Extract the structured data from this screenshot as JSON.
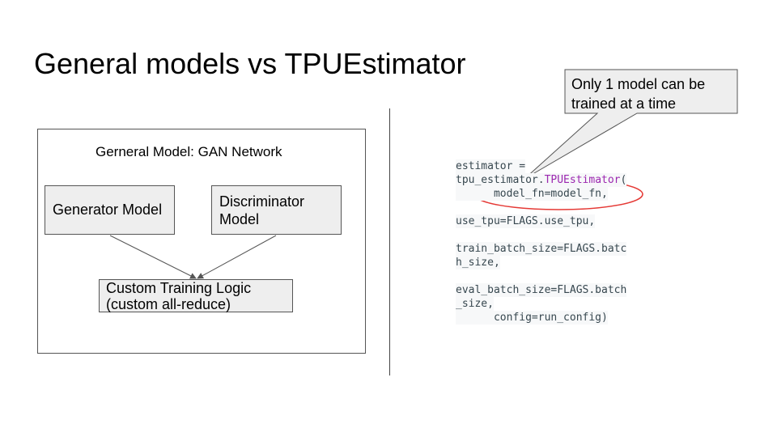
{
  "slide": {
    "title": "General models vs TPUEstimator"
  },
  "diagram": {
    "container_label": "Gerneral Model: GAN Network",
    "generator_label": "Generator Model",
    "discriminator_line1": "Discriminator",
    "discriminator_line2": "Model",
    "custom_line1": "Custom Training Logic",
    "custom_line2": "(custom all-reduce)"
  },
  "callout": {
    "line1": "Only 1 model can be",
    "line2": "trained at a time"
  },
  "code": {
    "l1": "estimator =",
    "l2_pre": "tpu_estimator.",
    "l2_kw": "TPUEstimator",
    "l2_post": "(",
    "l3": "      model_fn=model_fn,",
    "l4": "use_tpu=FLAGS.use_tpu,",
    "l5": "train_batch_size=FLAGS.batc",
    "l6": "h_size,",
    "l7": "eval_batch_size=FLAGS.batch",
    "l8": "_size,",
    "l9": "      config=run_config)"
  },
  "colors": {
    "box_fill": "#eeeeee",
    "callout_fill": "#eeeeee",
    "highlight_ellipse": "#e53935",
    "code_keyword": "#9c27b0",
    "code_text": "#37474f"
  }
}
